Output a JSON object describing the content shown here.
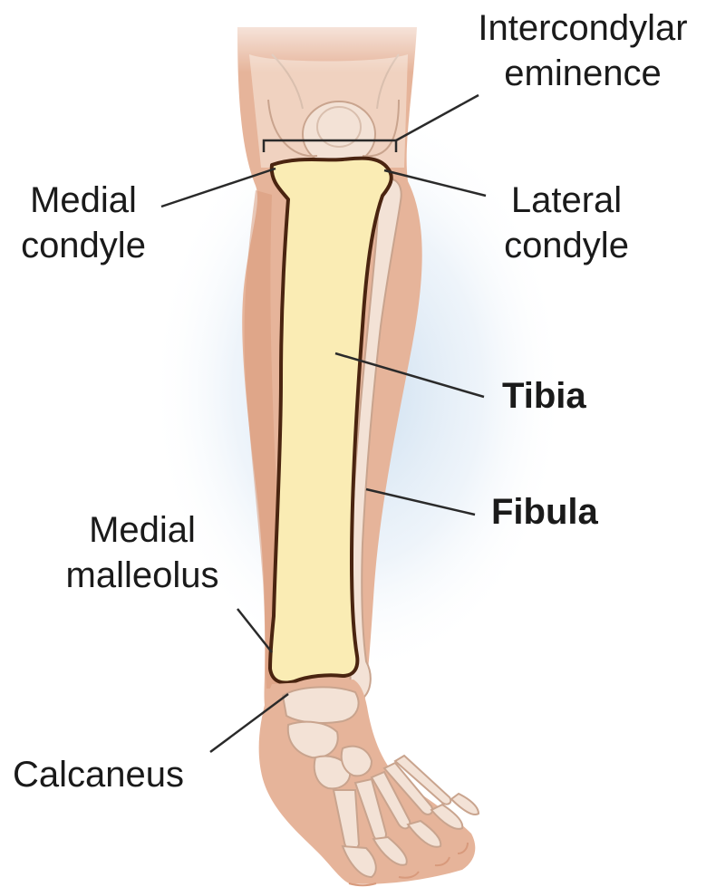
{
  "colors": {
    "skin": "#e6b49a",
    "skin_dark": "#d89a7c",
    "skin_light": "#f2d4c2",
    "tibia_fill": "#faecb4",
    "tibia_stroke": "#4a2410",
    "bone_pale": "#f3e2d6",
    "bone_stroke": "#c9a48e",
    "leader": "#2a2a2a",
    "glow": "#cfe0ef"
  },
  "labels": {
    "intercondylar_eminence": [
      "Intercondylar",
      "eminence"
    ],
    "medial_condyle": [
      "Medial",
      "condyle"
    ],
    "lateral_condyle": [
      "Lateral",
      "condyle"
    ],
    "tibia": "Tibia",
    "fibula": "Fibula",
    "medial_malleolus": [
      "Medial",
      "malleolus"
    ],
    "calcaneus": "Calcaneus"
  }
}
